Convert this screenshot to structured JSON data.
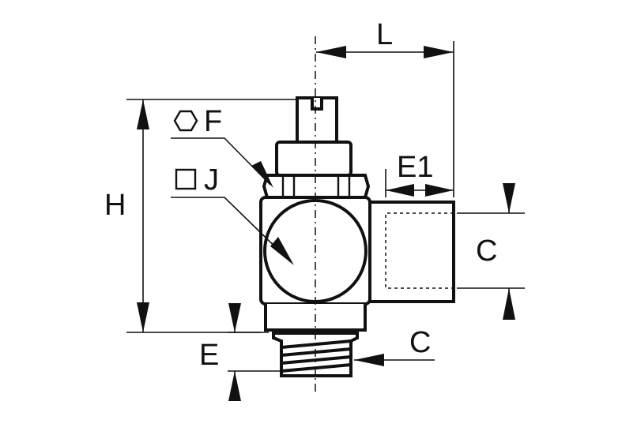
{
  "labels": {
    "L": "L",
    "F": "F",
    "J": "J",
    "H": "H",
    "E1": "E1",
    "C_side": "C",
    "C_thread": "C",
    "E": "E"
  },
  "icons": {
    "hexagon": "hexagon-icon",
    "square": "square-icon"
  },
  "colors": {
    "line": "#111111",
    "background": "#ffffff"
  }
}
